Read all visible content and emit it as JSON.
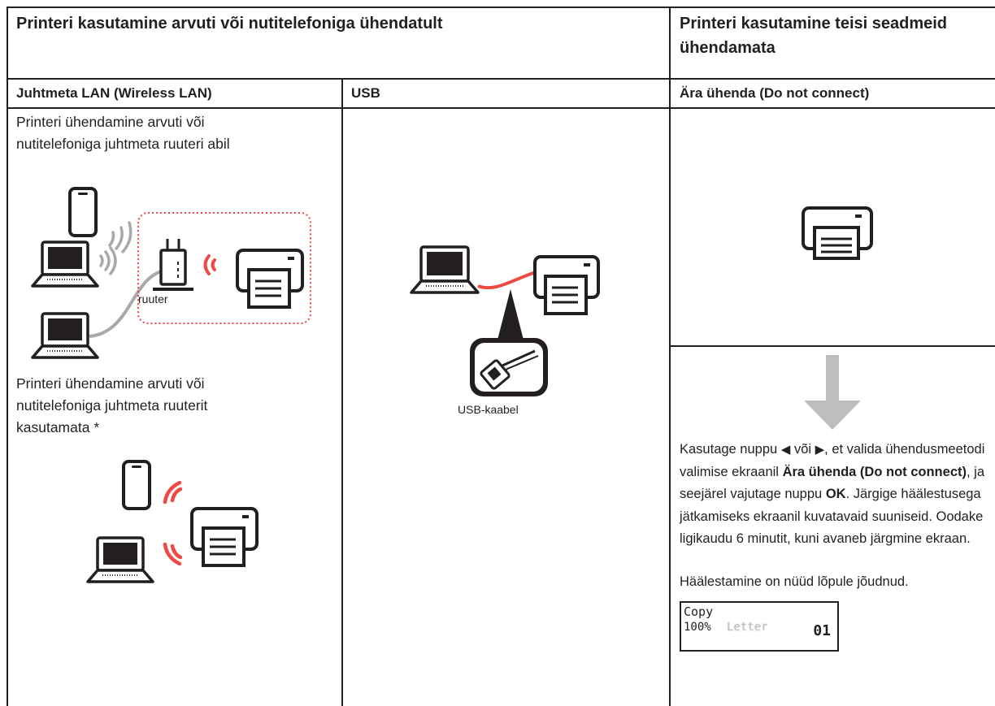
{
  "header": {
    "connected_title": "Printeri kasutamine arvuti või nutitelefoniga ühendatult",
    "standalone_title": "Printeri kasutamine teisi seadmeid ühendamata"
  },
  "columns": {
    "wireless": {
      "title": "Juhtmeta LAN (Wireless LAN)",
      "router_text": "Printeri ühendamine arvuti või nutitelefoniga juhtmeta ruuteri abil",
      "router_label": "ruuter",
      "direct_text": "Printeri ühendamine arvuti või nutitelefoniga juhtmeta ruuterit kasutamata *"
    },
    "usb": {
      "title": "USB",
      "cable_label": "USB-kaabel"
    },
    "no_connect": {
      "title": "Ära ühenda (Do not connect)",
      "instr_1": "Kasutage nuppu",
      "instr_or": "või",
      "instr_2": ", et valida ühendusmeetodi valimise ekraanil",
      "instr_bold_1": "Ära ühenda (Do not connect)",
      "instr_3": ", ja seejärel vajutage nuppu",
      "instr_bold_2": "OK",
      "instr_4": ". Järgige häälestusega jätkamiseks ekraanil kuvatavaid suuniseid. Oodake ligikaudu 6 minutit, kuni avaneb järgmine ekraan.",
      "done": "Häälestamine on nüüd lõpule jõudnud.",
      "screen": {
        "mode": "Copy",
        "zoom": "100%",
        "paper": "Letter",
        "copies": "01"
      }
    }
  },
  "colors": {
    "line": "#231f20",
    "accent_red": "#ee4944",
    "cable_red": "#ee4944",
    "gray": "#a7a9ac",
    "arrow_gray": "#bcbec0"
  },
  "icons": [
    "smartphone-icon",
    "laptop-icon",
    "router-icon",
    "printer-icon",
    "wifi-waves-icon",
    "usb-plug-icon",
    "down-arrow-icon",
    "triangle-left-icon",
    "triangle-right-icon"
  ]
}
